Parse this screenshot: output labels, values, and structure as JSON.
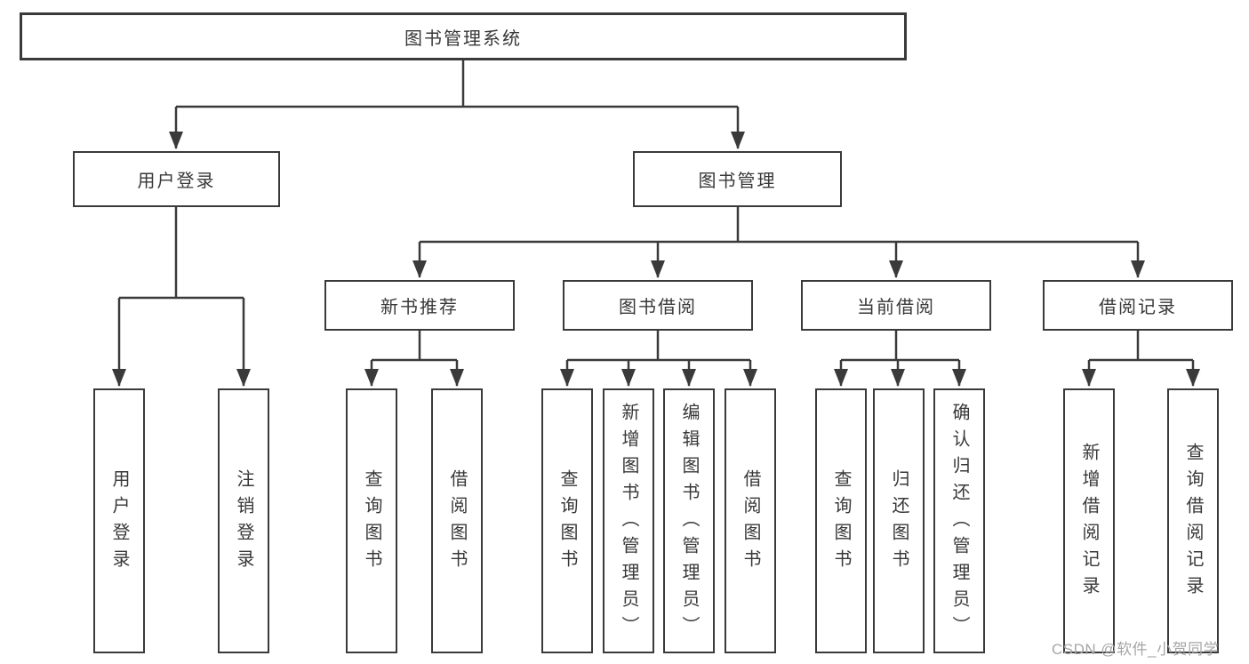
{
  "diagram": {
    "type": "org-tree",
    "colors": {
      "line": "#3a3a3a",
      "box_border": "#3a3a3a",
      "box_background": "#ffffff",
      "text": "#383838",
      "watermark": "#a6a6a6",
      "background": "#ffffff"
    },
    "tree": {
      "root": {
        "label": "图书管理系统",
        "children": [
          {
            "label": "用户登录",
            "children": [
              {
                "label": "用户登录"
              },
              {
                "label": "注销登录"
              }
            ]
          },
          {
            "label": "图书管理",
            "children": [
              {
                "label": "新书推荐",
                "children": [
                  {
                    "label": "查询图书"
                  },
                  {
                    "label": "借阅图书"
                  }
                ]
              },
              {
                "label": "图书借阅",
                "children": [
                  {
                    "label": "查询图书"
                  },
                  {
                    "label": "新增图书（管理员）"
                  },
                  {
                    "label": "编辑图书（管理员）"
                  },
                  {
                    "label": "借阅图书"
                  }
                ]
              },
              {
                "label": "当前借阅",
                "children": [
                  {
                    "label": "查询图书"
                  },
                  {
                    "label": "归还图书"
                  },
                  {
                    "label": "确认归还（管理员）"
                  }
                ]
              },
              {
                "label": "借阅记录",
                "children": [
                  {
                    "label": "新增借阅记录"
                  },
                  {
                    "label": "查询借阅记录"
                  }
                ]
              }
            ]
          }
        ]
      }
    },
    "watermark": {
      "text": "CSDN @软件_小贺同学"
    }
  }
}
